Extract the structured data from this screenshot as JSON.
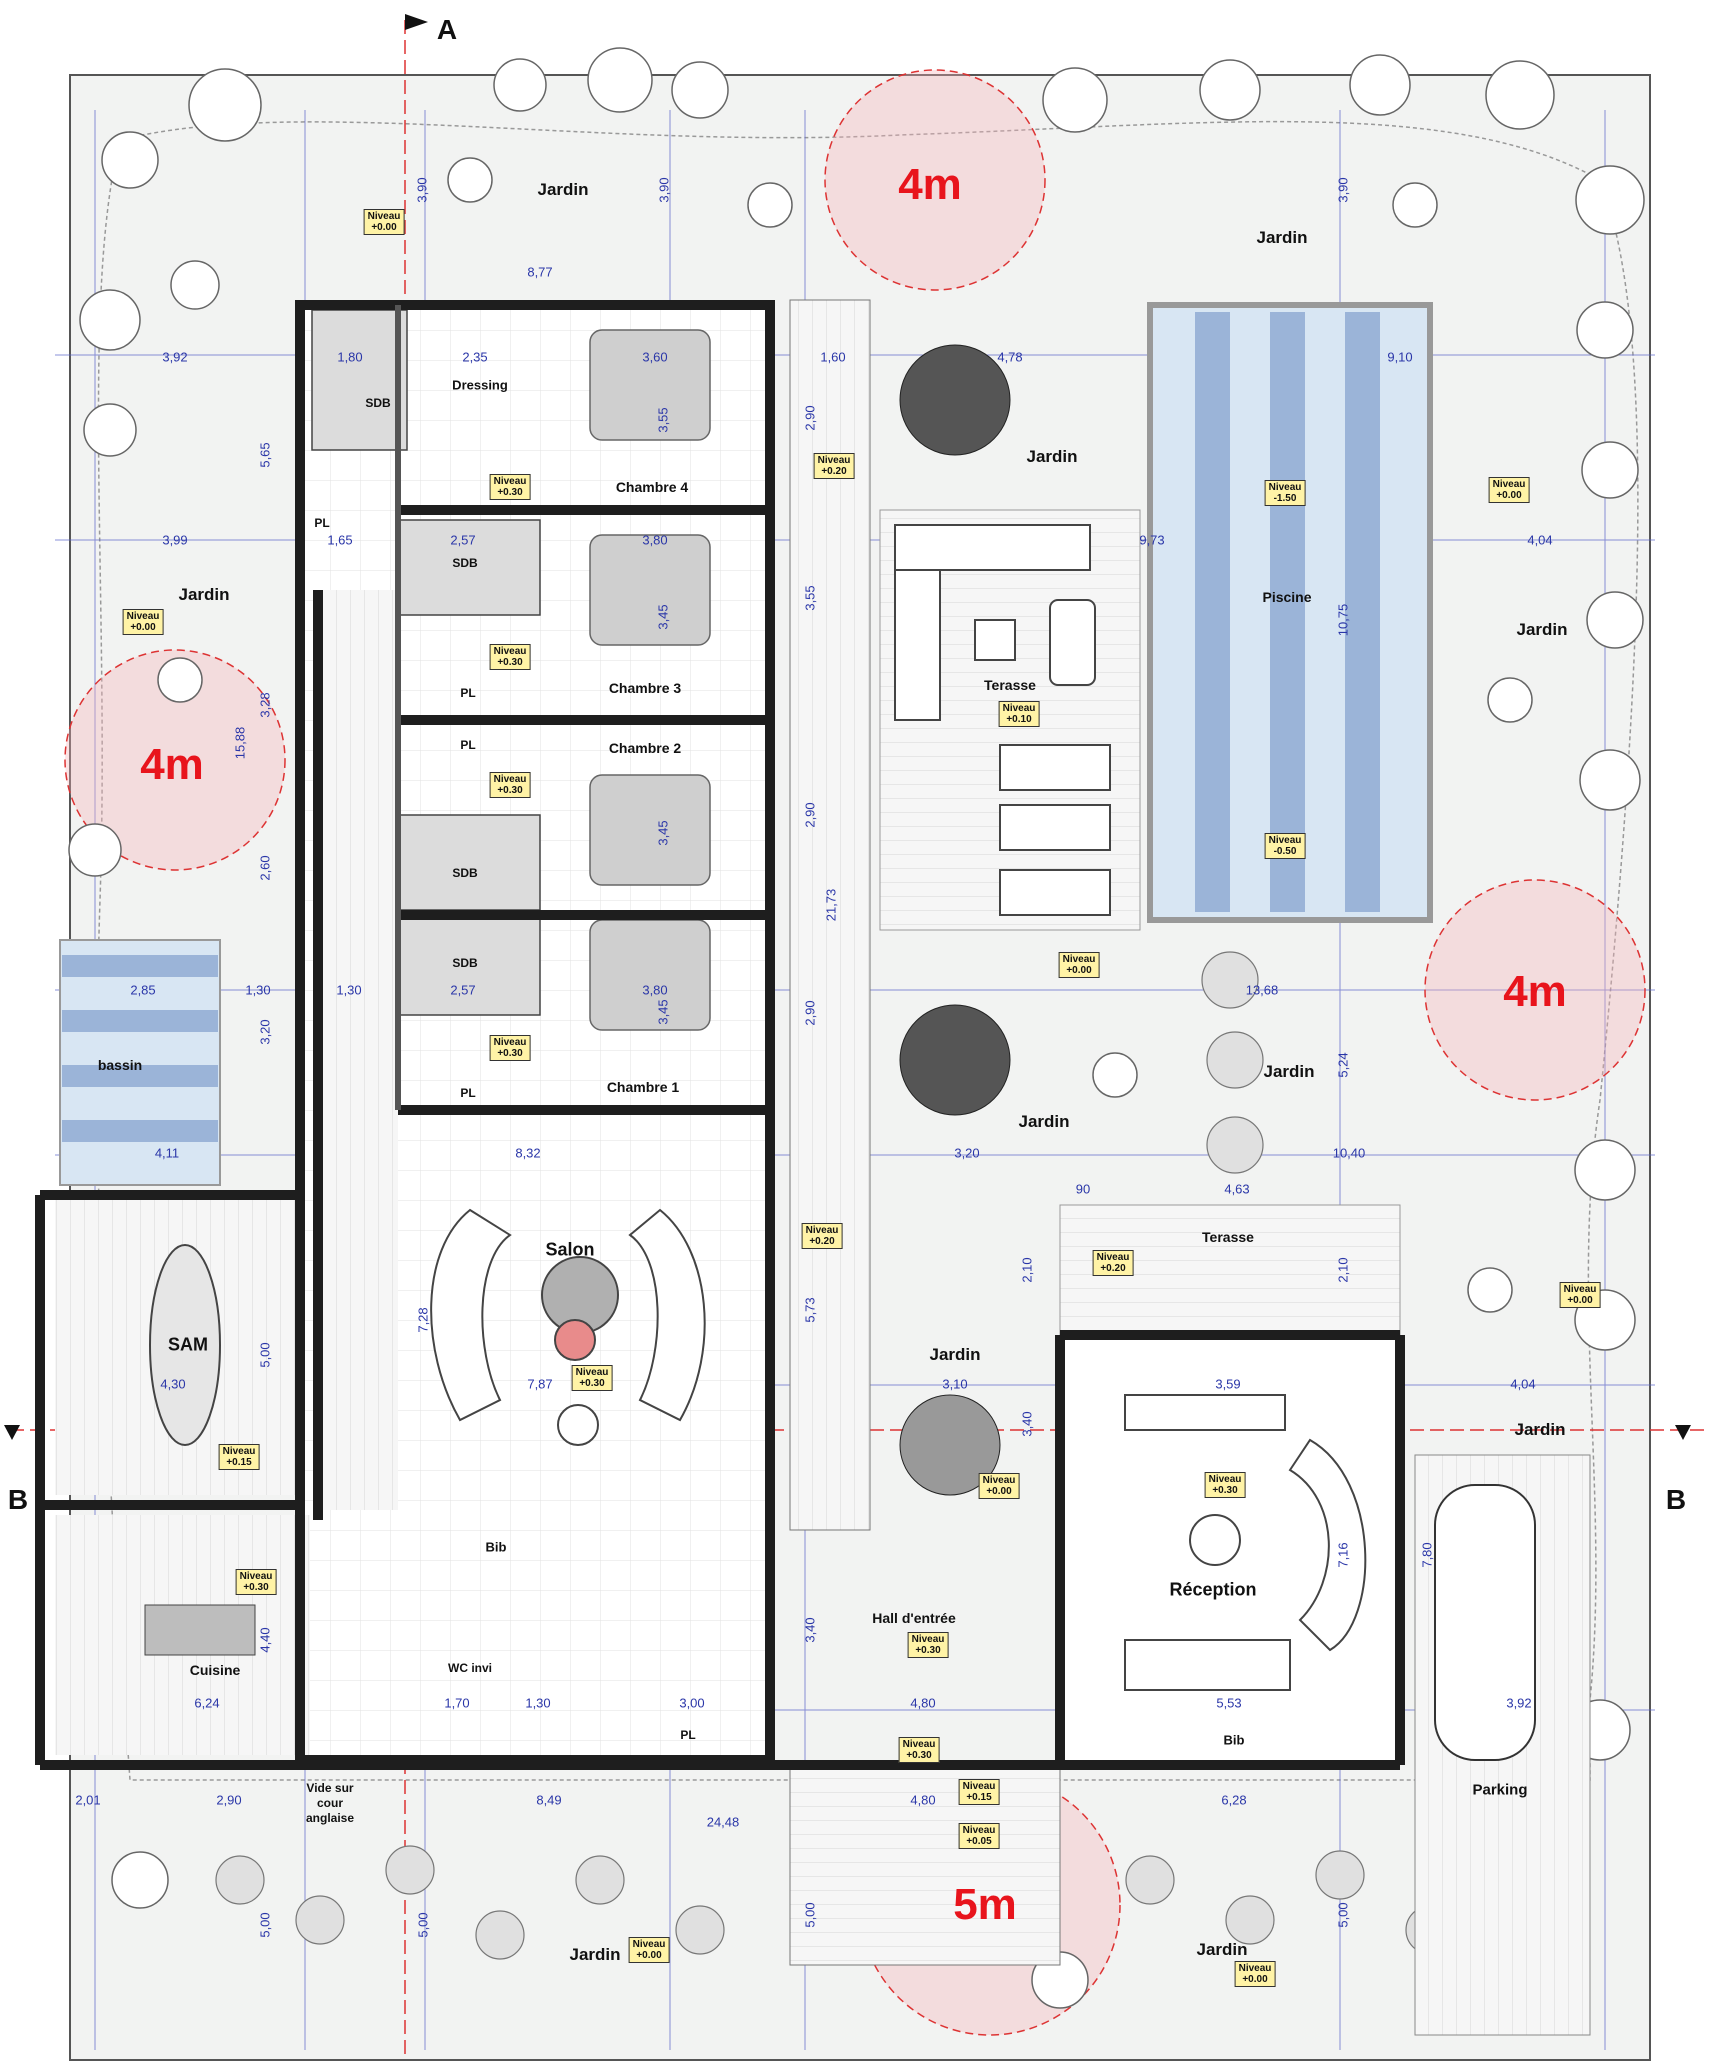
{
  "sections": {
    "a": "A",
    "b_left": "B",
    "b_right": "B"
  },
  "radii": {
    "top": "4m",
    "left": "4m",
    "right": "4m",
    "bottom": "5m"
  },
  "rooms": {
    "jardin": "Jardin",
    "dressing": "Dressing",
    "sdb": "SDB",
    "pl": "PL",
    "chambre4": "Chambre 4",
    "chambre3": "Chambre 3",
    "chambre2": "Chambre 2",
    "chambre1": "Chambre 1",
    "terasse": "Terasse",
    "piscine": "Piscine",
    "bassin": "bassin",
    "sam": "SAM",
    "salon": "Salon",
    "reception": "Réception",
    "cuisine": "Cuisine",
    "bib": "Bib",
    "wc": "WC invi",
    "hall": "Hall d'entrée",
    "vide1": "Vide sur",
    "vide2": "cour",
    "vide3": "anglaise",
    "parking": "Parking"
  },
  "niveau": {
    "label": "Niveau",
    "p000": "+0.00",
    "p030": "+0.30",
    "p020": "+0.20",
    "p010": "+0.10",
    "p015": "+0.15",
    "p005": "+0.05",
    "m150": "-1.50",
    "m050": "-0.50"
  },
  "dims": {
    "d1": "8,77",
    "d2": "3,92",
    "d3": "1,80",
    "d4": "2,35",
    "d5": "3,60",
    "d6": "1,60",
    "d7": "4,78",
    "d8": "9,10",
    "d9": "3,99",
    "d10": "1,65",
    "d11": "2,57",
    "d12": "3,80",
    "d13": "9,73",
    "d14": "4,04",
    "d15": "2,85",
    "d16": "1,30",
    "d17": "13,68",
    "d18": "4,11",
    "d19": "8,32",
    "d20": "3,20",
    "d21": "10,40",
    "d22": "4,63",
    "d23": "4,30",
    "d24": "7,87",
    "d25": "3,10",
    "d26": "3,59",
    "d27": "6,24",
    "d28": "1,70",
    "d29": "3,00",
    "d30": "4,80",
    "d31": "5,53",
    "d32": "3,92",
    "d33": "2,90",
    "d34": "8,49",
    "d35": "24,48",
    "d36": "6,28",
    "d37": "2,01",
    "d38": "90"
  },
  "vdims": {
    "v1": "3,90",
    "v2": "3,90",
    "v3": "3,90",
    "v4": "5,65",
    "v5": "3,28",
    "v6": "15,88",
    "v7": "2,60",
    "v8": "3,20",
    "v9": "21,73",
    "v10": "2,90",
    "v11": "3,55",
    "v12": "3,45",
    "v13": "10,75",
    "v14": "5,24",
    "v15": "7,28",
    "v16": "5,00",
    "v17": "5,73",
    "v18": "3,40",
    "v19": "7,16",
    "v20": "7,80",
    "v21": "4,40",
    "v22": "5,00",
    "v23": "5,00",
    "v24": "2,10",
    "v25": "2,10",
    "v26": "3,40"
  }
}
